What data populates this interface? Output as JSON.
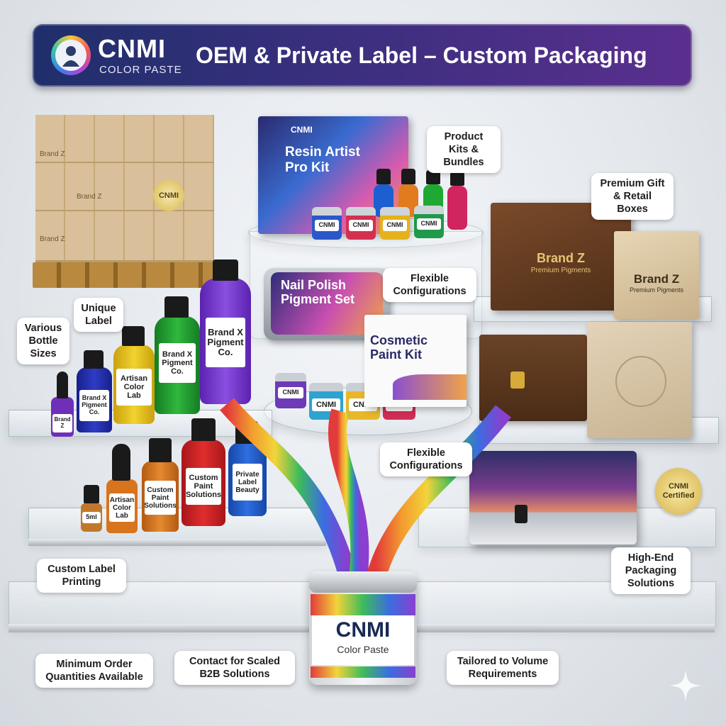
{
  "header": {
    "brand": "CNMI",
    "brand_sub": "COLOR PASTE",
    "title": "OEM & Private Label – Custom Packaging"
  },
  "callouts": {
    "product_kits": "Product Kits & Bundles",
    "premium_gift": "Premium Gift & Retail Boxes",
    "flexible_top": "Flexible Configurations",
    "unique_label": "Unique Label",
    "various_sizes": "Various Bottle Sizes",
    "flexible_mid": "Flexible Configurations",
    "custom_label": "Custom Label Printing",
    "high_end": "High-End Packaging Solutions",
    "moq": "Minimum Order Quantities Available",
    "contact": "Contact for Scaled B2B Solutions",
    "tailored": "Tailored to Volume Requirements"
  },
  "products": {
    "pallet_label": "Brand Z",
    "pallet_seal": "CNMI",
    "resin_kit_brand": "CNMI",
    "resin_kit_title": "Resin Artist Pro Kit",
    "jar_label": "CNMI",
    "nail_kit_title": "Nail Polish Pigment Set",
    "cosmetic_kit_title": "Cosmetic Paint Kit",
    "gift_box_brand": "Brand Z",
    "gift_box_sub": "Premium Pigments",
    "kraft_box_brand": "Brand Z",
    "kraft_box_sub": "Premium Pigments",
    "certified_seal": "CNMI Certified",
    "bottle_brandx_large": "Brand X Pigment Co.",
    "bottle_brandx_med": "Brand X Pigment Co.",
    "bottle_artisan": "Artisan Color Lab",
    "bottle_brandx_small": "Brand X Pigment Co.",
    "bottle_brandz_dropper": "Brand Z",
    "bottle_5ml": "5ml",
    "bottle_artisan2": "Artisan Color Lab",
    "bottle_custom1": "Custom Paint Solutions",
    "bottle_custom2": "Custom Paint Solutions",
    "bottle_private": "Private Label Beauty",
    "center_jar_brand": "CNMI",
    "center_jar_sub": "Color Paste"
  },
  "colors": {
    "header_start": "#1f2f6b",
    "header_end": "#5a2f8e",
    "purple": "#6a2fc7",
    "green": "#1c9a2e",
    "yellow": "#e9c21a",
    "navy": "#1f2aa6",
    "red": "#d42222",
    "blue": "#1f58c8",
    "orange": "#d8731e"
  }
}
